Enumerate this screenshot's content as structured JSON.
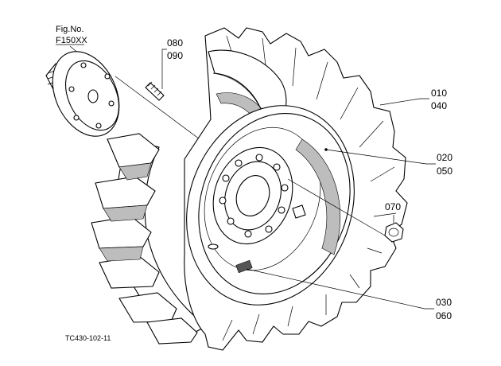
{
  "figure": {
    "fig_label": "Fig.No.",
    "fig_number": "F150XX",
    "drawing_code": "TC430-102-11"
  },
  "callouts": [
    {
      "id": "c1",
      "refs": [
        "080",
        "090"
      ]
    },
    {
      "id": "c2",
      "refs": [
        "010",
        "040"
      ]
    },
    {
      "id": "c3",
      "refs": [
        "020",
        "050"
      ]
    },
    {
      "id": "c4",
      "refs": [
        "070"
      ]
    },
    {
      "id": "c5",
      "refs": [
        "030",
        "060"
      ]
    }
  ],
  "colors": {
    "line": "#000000",
    "shade": "#bdbdbd",
    "background": "#ffffff"
  }
}
